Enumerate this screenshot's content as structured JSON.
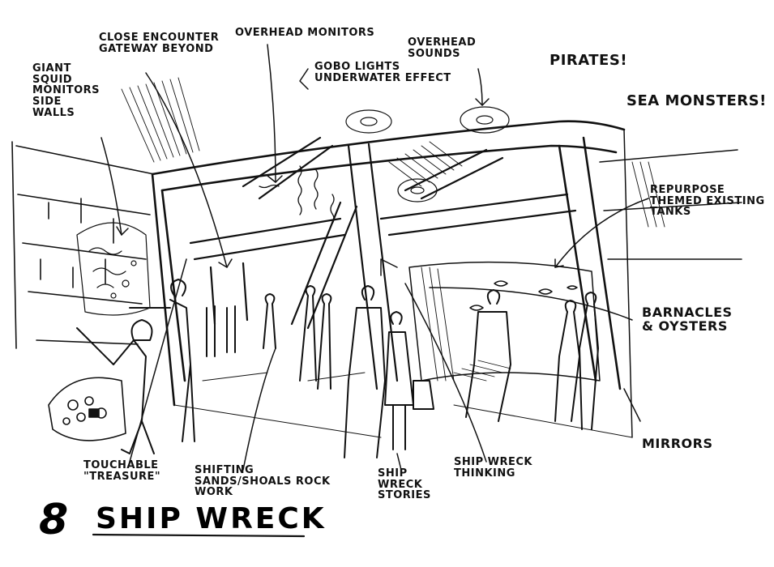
{
  "title": {
    "number": "8",
    "text": "SHIP WRECK"
  },
  "annotations": {
    "close_encounter": "CLOSE ENCOUNTER GATEWAY BEYOND",
    "overhead_monitors": "OVERHEAD MONITORS",
    "gobo_lights": "GOBO LIGHTS UNDERWATER EFFECT",
    "overhead_sounds": "OVERHEAD SOUNDS",
    "pirates": "PIRATES!",
    "sea_monsters": "SEA MONSTERS!",
    "giant_squid": "GIANT SQUID MONITORS SIDE WALLS",
    "repurpose_tanks": "REPURPOSE THEMED EXISTING TANKS",
    "barnacles": "BARNACLES & OYSTERS",
    "mirrors": "MIRRORS",
    "touchable": "TOUCHABLE \"TREASURE\"",
    "shifting_sands": "SHIFTING SANDS/SHOALS ROCK WORK",
    "ship_wreck_stories": "SHIP WRECK STORIES",
    "ship_wreck_thinking": "SHIP WRECK THINKING"
  }
}
